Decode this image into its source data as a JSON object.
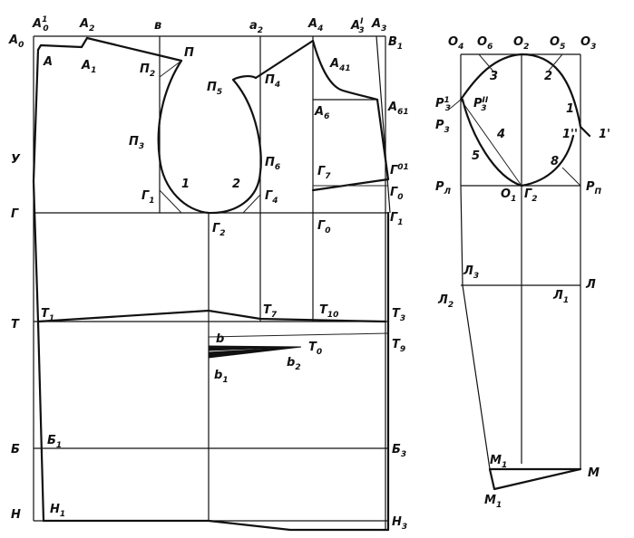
{
  "front": {
    "grid": {
      "A0": "A",
      "A0_sub": "0",
      "A0p": "A",
      "A0p_sub": "0",
      "A0p_sup": "1",
      "A2": "A",
      "A2_sub": "2",
      "v": "в",
      "a2": "a",
      "a2_sub": "2",
      "A4": "A",
      "A4_sub": "4",
      "A3p": "A",
      "A3p_sub": "3",
      "A3p_sup": "I",
      "A3": "A",
      "A3_sub": "3",
      "B1": "В",
      "B1_sub": "1"
    },
    "left": {
      "U": "У",
      "G": "Г",
      "T": "Т",
      "B": "Б",
      "N": "Н",
      "A": "А",
      "A1": "А",
      "A1_sub": "1",
      "T1": "Т",
      "T1_sub": "1",
      "B1": "Б",
      "B1_sub": "1",
      "N1": "Н",
      "N1_sub": "1"
    },
    "armhole": {
      "P": "П",
      "P2": "П",
      "P2_sub": "2",
      "P3": "П",
      "P3_sub": "3",
      "G1": "Г",
      "G1_sub": "1",
      "one": "1",
      "two": "2",
      "G2": "Г",
      "G2_sub": "2",
      "G4": "Г",
      "G4_sub": "4",
      "P5": "П",
      "P5_sub": "5",
      "P4": "П",
      "P4_sub": "4",
      "P6": "П",
      "P6_sub": "6"
    },
    "right": {
      "A41": "А",
      "A41_sub": "41",
      "A6": "А",
      "A6_sub": "6",
      "A61": "А",
      "A61_sub": "61",
      "G7": "Г",
      "G7_sub": "7",
      "G01": "Г",
      "G01_sub": "01",
      "G0": "Г",
      "G0_sub": "0",
      "G0b": "Г",
      "G0b_sub": "0",
      "G1r": "Г",
      "G1r_sub": "1",
      "T7": "Т",
      "T7_sub": "7",
      "T10": "Т",
      "T10_sub": "10",
      "T3": "Т",
      "T3_sub": "3",
      "T9": "Т",
      "T9_sub": "9",
      "T0": "Т",
      "T0_sub": "0",
      "b": "b",
      "b1": "b",
      "b1_sub": "1",
      "b2": "b",
      "b2_sub": "2",
      "B3": "Б",
      "B3_sub": "3",
      "N3": "Н",
      "N3_sub": "3"
    }
  },
  "sleeve": {
    "O4": "О",
    "O4_sub": "4",
    "O6": "О",
    "O6_sub": "6",
    "O2": "О",
    "O2_sub": "2",
    "O5": "О",
    "O5_sub": "5",
    "O3": "О",
    "O3_sub": "3",
    "three": "3",
    "two": "2",
    "one": "1",
    "one_prime": "1'",
    "one_dprime": "1''",
    "four": "4",
    "five": "5",
    "eight": "8",
    "R3a": "Р",
    "R3a_sub": "3",
    "R3a_sup": "1",
    "R3b": "Р",
    "R3b_sub": "3",
    "R3b_sup": "II",
    "R3": "Р",
    "R3_sub": "3",
    "RL": "Р",
    "RL_sub": "Л",
    "RP": "Р",
    "RP_sub": "П",
    "O1": "О",
    "O1_sub": "1",
    "G2": "Г",
    "G2_sub": "2",
    "L3": "Л",
    "L3_sub": "3",
    "L2": "Л",
    "L2_sub": "2",
    "L1": "Л",
    "L1_sub": "1",
    "L": "Л",
    "M": "М",
    "M1": "М",
    "M1_sub": "1",
    "M1b": "М",
    "M1b_sub": "1"
  }
}
